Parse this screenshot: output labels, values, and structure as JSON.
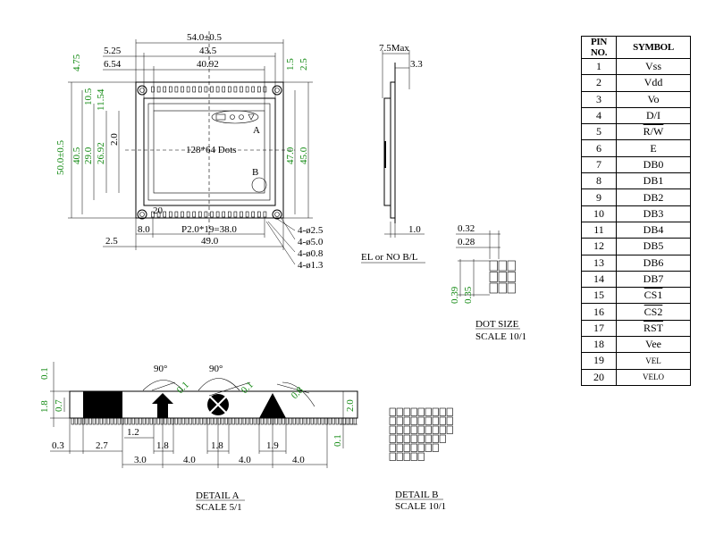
{
  "front_view": {
    "dims_top": [
      "54.0±0.5",
      "43.5",
      "40.92",
      "5.25",
      "6.54"
    ],
    "dims_left_green": [
      "4.75",
      "10.5",
      "11.54",
      "50.0±0.5",
      "40.5",
      "29.0",
      "26.92"
    ],
    "dim_left_black": "2.0",
    "dims_right_green": [
      "1.5",
      "2.5",
      "47.0",
      "45.0"
    ],
    "viewing_label": "128*64 Dots",
    "label_a": "A",
    "label_b": "B",
    "pin_20_label": "20",
    "pitch_label": "P2.0*19=38.0",
    "dim_8": "8.0",
    "dim_bottom_left": "2.5",
    "dim_bottom_total": "49.0",
    "holes": [
      "4-ø2.5",
      "4-ø5.0",
      "4-ø0.8",
      "4-ø1.3"
    ]
  },
  "side_view": {
    "dim_max": "7.5Max",
    "dim_33": "3.3",
    "dim_10": "1.0",
    "note": "EL or NO B/L"
  },
  "dot_size": {
    "dims": [
      "0.32",
      "0.28",
      "0.39",
      "0.35"
    ],
    "title": "DOT SIZE",
    "scale": "SCALE 10/1"
  },
  "detail_a": {
    "title": "DETAIL A",
    "scale": "SCALE 5/1",
    "angles": [
      "90°",
      "90°"
    ],
    "diag_labels": [
      "0.1",
      "0.1",
      "0.8"
    ],
    "left_dims": [
      "0.1",
      "1.8",
      "0.7"
    ],
    "right_dims": [
      "2.0",
      "0.1"
    ],
    "inner_dims": [
      "1.2",
      "1.8",
      "1.8",
      "1.9"
    ],
    "bottom_dims_1": [
      "0.3",
      "2.7"
    ],
    "bottom_dims_2": [
      "3.0",
      "4.0",
      "4.0",
      "4.0"
    ]
  },
  "detail_b": {
    "title": "DETAIL B",
    "scale": "SCALE 10/1"
  },
  "pin_table": {
    "headers": [
      "PIN NO.",
      "SYMBOL"
    ],
    "rows": [
      {
        "pin": "1",
        "symbol": "Vss",
        "bar": false,
        "small": false
      },
      {
        "pin": "2",
        "symbol": "Vdd",
        "bar": false,
        "small": false
      },
      {
        "pin": "3",
        "symbol": "Vo",
        "bar": false,
        "small": false
      },
      {
        "pin": "4",
        "symbol": "D/I",
        "bar": false,
        "small": false
      },
      {
        "pin": "5",
        "symbol": "R/W",
        "bar": true,
        "small": false
      },
      {
        "pin": "6",
        "symbol": "E",
        "bar": false,
        "small": false
      },
      {
        "pin": "7",
        "symbol": "DB0",
        "bar": false,
        "small": false
      },
      {
        "pin": "8",
        "symbol": "DB1",
        "bar": false,
        "small": false
      },
      {
        "pin": "9",
        "symbol": "DB2",
        "bar": false,
        "small": false
      },
      {
        "pin": "10",
        "symbol": "DB3",
        "bar": false,
        "small": false
      },
      {
        "pin": "11",
        "symbol": "DB4",
        "bar": false,
        "small": false
      },
      {
        "pin": "12",
        "symbol": "DB5",
        "bar": false,
        "small": false
      },
      {
        "pin": "13",
        "symbol": "DB6",
        "bar": false,
        "small": false
      },
      {
        "pin": "14",
        "symbol": "DB7",
        "bar": false,
        "small": false
      },
      {
        "pin": "15",
        "symbol": "CS1",
        "bar": true,
        "small": false
      },
      {
        "pin": "16",
        "symbol": "CS2",
        "bar": true,
        "small": false
      },
      {
        "pin": "17",
        "symbol": "RST",
        "bar": true,
        "small": false
      },
      {
        "pin": "18",
        "symbol": "Vee",
        "bar": false,
        "small": false
      },
      {
        "pin": "19",
        "symbol": "VEL",
        "bar": false,
        "small": true
      },
      {
        "pin": "20",
        "symbol": "VELO",
        "bar": false,
        "small": true
      }
    ]
  }
}
